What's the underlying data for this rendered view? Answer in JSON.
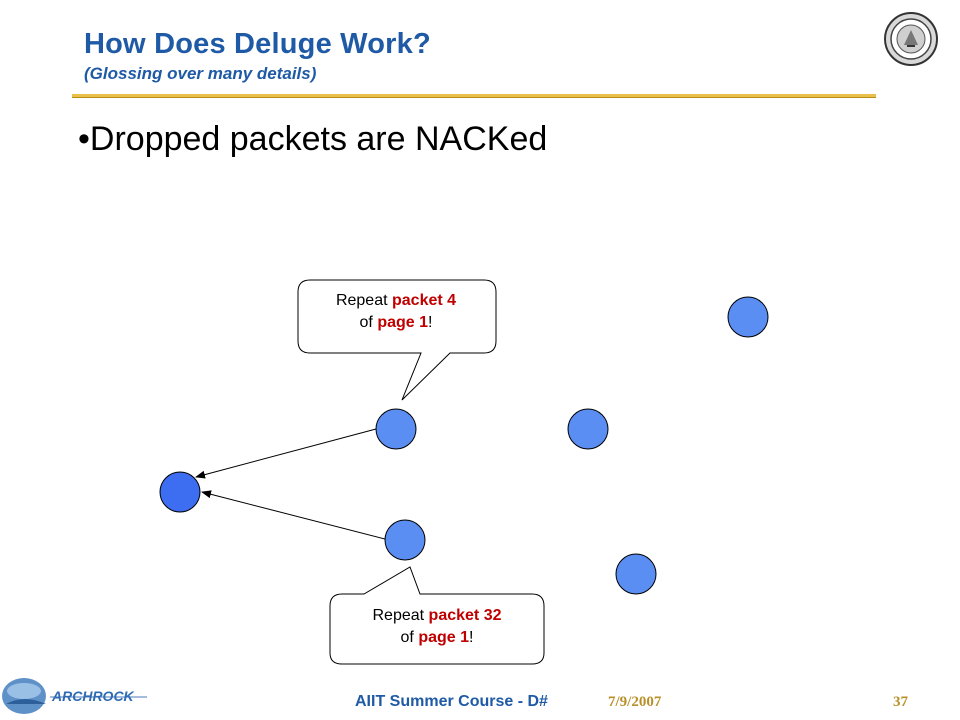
{
  "slide": {
    "title": "How Does Deluge Work?",
    "subtitle": "(Glossing over many details)",
    "bullet": "•Dropped packets are NACKed"
  },
  "bubbles": [
    {
      "pre1": "Repeat ",
      "hl1": "packet 4",
      "pre2": "of ",
      "hl2": "page 1",
      "post2": "!"
    },
    {
      "pre1": "Repeat ",
      "hl1": "packet 32",
      "pre2": "of ",
      "hl2": "page 1",
      "post2": "!"
    }
  ],
  "footer": {
    "course": "AIIT Summer Course - D#",
    "date": "7/9/2007",
    "page": "37"
  },
  "logo": {
    "text": "ARCHROCK"
  },
  "colors": {
    "title": "#1f5aa6",
    "rule": "#e9c14a",
    "node": "#5b8ef2",
    "node_receiver": "#3d6df0",
    "highlight": "#c00000",
    "footer_date": "#b8902a"
  }
}
